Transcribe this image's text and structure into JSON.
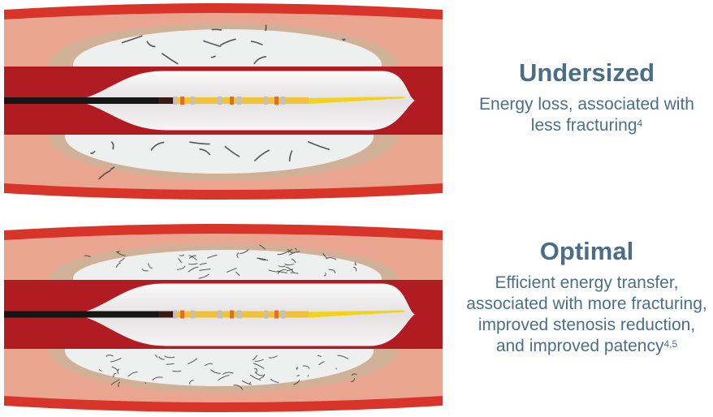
{
  "panels": [
    {
      "title": "Undersized",
      "description": "Energy loss, associated with less fracturing",
      "reference": "4",
      "balloon": "undersized"
    },
    {
      "title": "Optimal",
      "description": "Efficient energy transfer, associated with more fracturing, improved stenosis reduction, and improved patency",
      "reference": "4,5",
      "balloon": "optimal"
    }
  ],
  "colors": {
    "text": "#4b6f88",
    "vessel_wall": "#d8342a",
    "lumen": "#b01c22",
    "tissue": "#e9a58f",
    "calcium": "#eef0f0",
    "catheter_tip": "#f2d21a"
  }
}
